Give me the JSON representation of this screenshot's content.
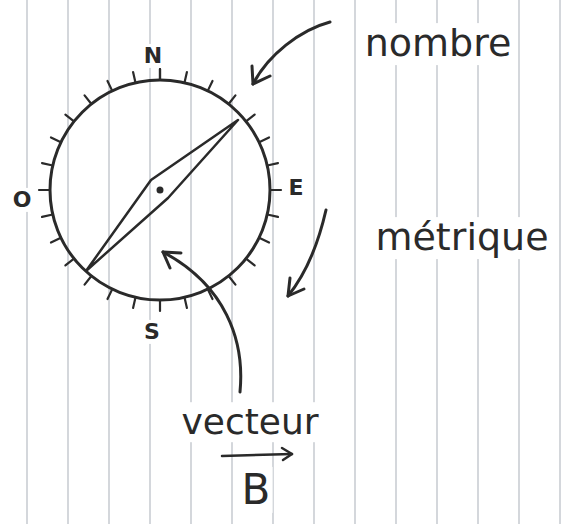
{
  "diagram": {
    "labels": [
      "N",
      "E",
      "S",
      "O",
      "nombre",
      "métrique",
      "vecteur",
      "B"
    ]
  }
}
